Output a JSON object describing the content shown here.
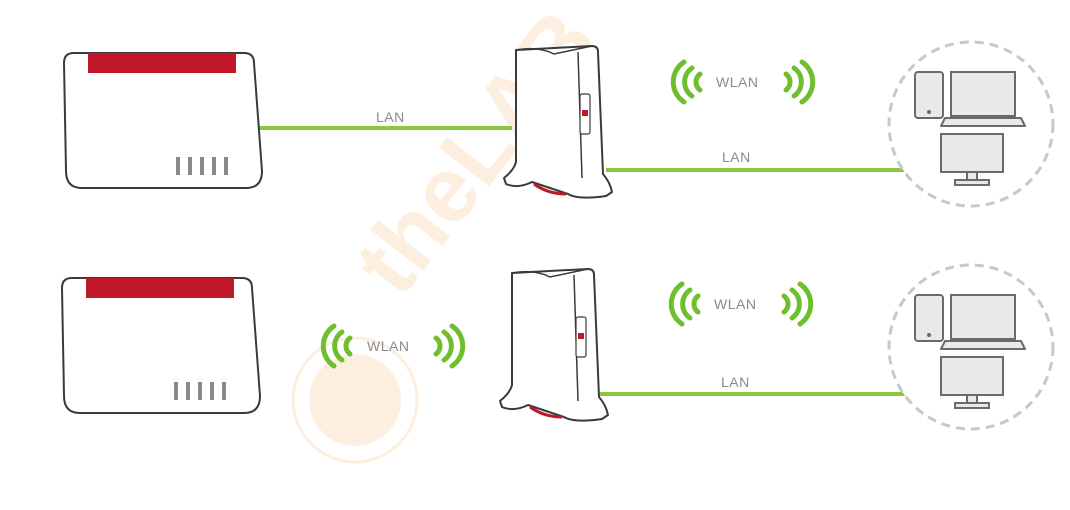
{
  "colors": {
    "cable": "#8cc63f",
    "wifi": "#6fbe2d",
    "router_band": "#c0172a",
    "outline": "#3a3a3a",
    "device_fill": "#e9e9e9",
    "circle_dash": "#c8c8c8",
    "watermark": "#f6b76c"
  },
  "icons": {
    "router": "router-icon",
    "repeater": "repeater-icon",
    "wifi": "wifi-icon",
    "devices": "client-devices-icon"
  },
  "watermark": {
    "text": "theLAB"
  },
  "rows": [
    {
      "router_to_repeater_label": "LAN",
      "repeater_wifi_label": "WLAN",
      "repeater_to_clients_label": "LAN"
    },
    {
      "router_to_repeater_label": "WLAN",
      "repeater_wifi_label": "WLAN",
      "repeater_to_clients_label": "LAN"
    }
  ]
}
